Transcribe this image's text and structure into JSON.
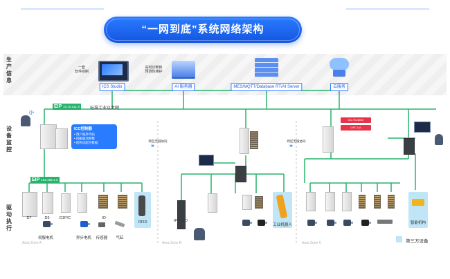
{
  "title": "“一网到底”系统网络架构",
  "row_labels": {
    "production_info": "生产信息",
    "device_monitor": "设备监控",
    "drive_exec": "驱动执行"
  },
  "services": [
    {
      "name": "ICS Studio",
      "note": "一套\n软件控制"
    },
    {
      "name": "AI 服务器",
      "note": "实时诊断和\n预测性维护"
    },
    {
      "name": "MES/MQTT/Database RT/AI Server",
      "note": ""
    },
    {
      "name": "云服务",
      "note": ""
    }
  ],
  "eip_top": {
    "tag": "EIP",
    "ip": "10.10.211.X",
    "label": "标准工业以太网"
  },
  "eip_bottom": {
    "tag": "EIP",
    "ip": "192.168.1.X"
  },
  "icc": {
    "title": "ICC控制器",
    "items": [
      "用户程序代码",
      "伺服驱动参数",
      "结构化配方数据"
    ]
  },
  "sync_labels": [
    "跨区无缝协同",
    "跨区无缝协同"
  ],
  "zone_a_devices": [
    {
      "name": "D7"
    },
    {
      "name": "D5"
    },
    {
      "name": "D1P/C"
    },
    {
      "name": "IO"
    }
  ],
  "zone_a_actuators": [
    "伺服电机",
    "异步电机",
    "传感器",
    "气缸"
  ],
  "rfid": "RFID",
  "ip67": "IP67 I/O",
  "robot": "工业机器人",
  "agv": "智能机构",
  "opc_badges": [
    "ICC Runtime",
    "OPC UA"
  ],
  "zones": [
    "Area Zone A",
    "Area Zone B",
    "Area Zone C"
  ],
  "legend": "第三方设备",
  "colors": {
    "network": "#26b36b",
    "accent": "#2a7cff",
    "third_party": "#bfe5f7"
  }
}
